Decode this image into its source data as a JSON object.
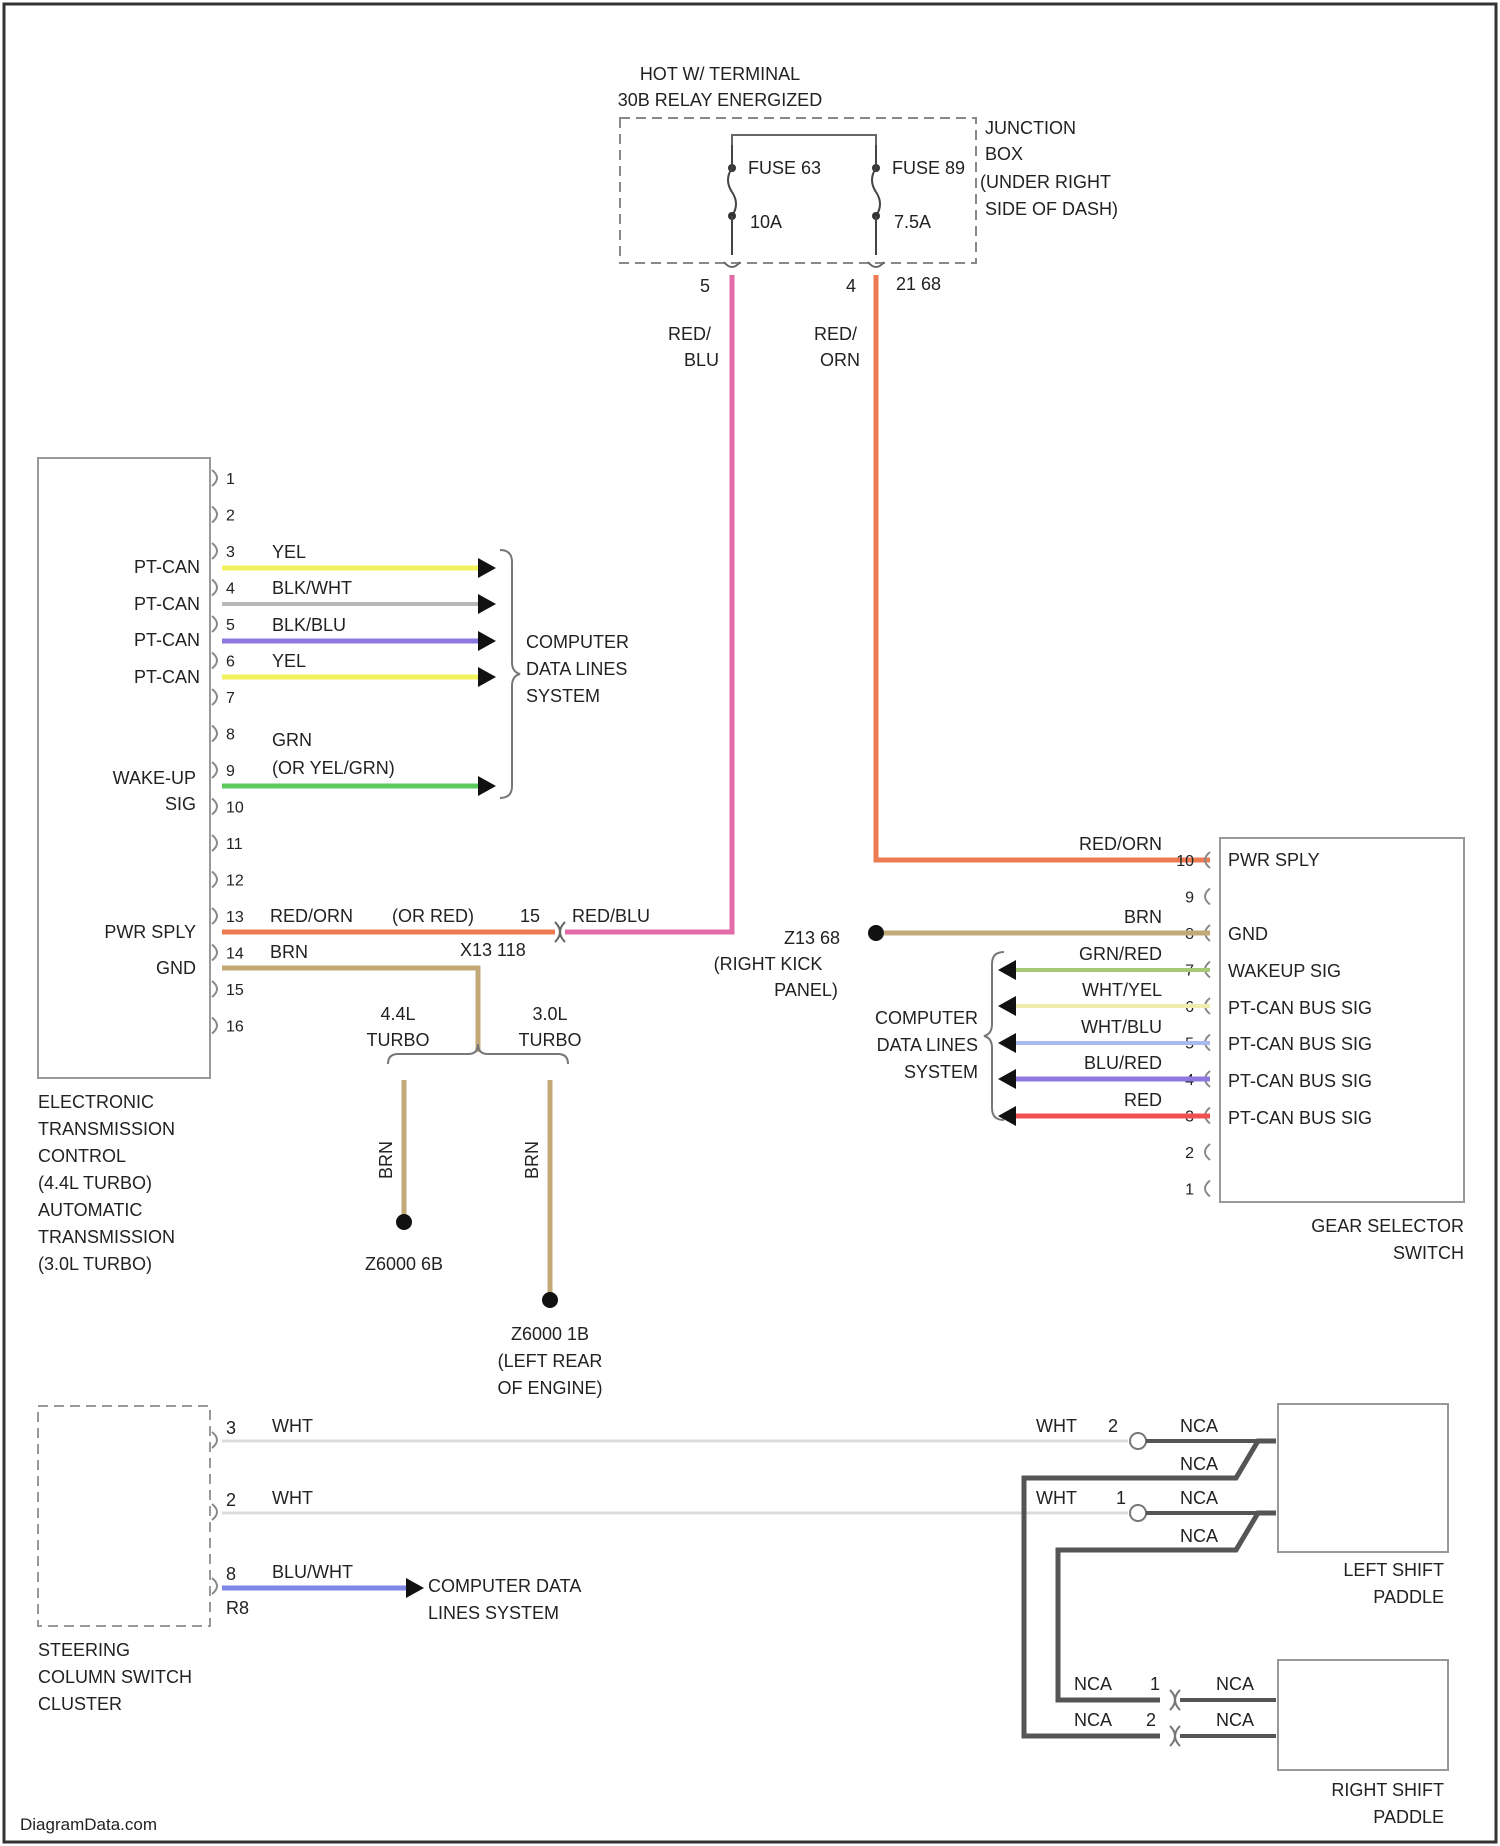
{
  "colors": {
    "pink": "#e36ba8",
    "orange": "#ec7b52",
    "yellow": "#f2f25c",
    "gray": "#b8b8b8",
    "purple": "#8c78e0",
    "green": "#5cc95c",
    "tan": "#c3a978",
    "red": "#f05050",
    "lightyellow": "#eeeeaa",
    "lightblue": "#aab8f0",
    "steelblue": "#7e86e6",
    "white_wire": "#dcdcdc",
    "dark": "#555555",
    "box": "#888888"
  },
  "fuse_box": {
    "top1": "HOT W/ TERMINAL",
    "top2": "30B RELAY ENERGIZED",
    "jb1": "JUNCTION",
    "jb2": "BOX",
    "jb3": "(UNDER RIGHT",
    "jb4": "SIDE OF DASH)",
    "fuse_a": "FUSE 63",
    "fuse_a_amp": "10A",
    "fuse_b": "FUSE 89",
    "fuse_b_amp": "7.5A",
    "pin_a": "5",
    "pin_b": "4",
    "pin_b_conn": "21 68",
    "wire_a1": "RED/",
    "wire_a2": "BLU",
    "wire_b1": "RED/",
    "wire_b2": "ORN"
  },
  "tcm": {
    "name": [
      "ELECTRONIC",
      "TRANSMISSION",
      "CONTROL",
      "(4.4L TURBO)",
      "AUTOMATIC",
      "TRANSMISSION",
      "(3.0L TURBO)"
    ],
    "pins": [
      "1",
      "2",
      "3",
      "4",
      "5",
      "6",
      "7",
      "8",
      "9",
      "10",
      "11",
      "12",
      "13",
      "14",
      "15",
      "16"
    ],
    "sig_labels": {
      "can3": "PT-CAN",
      "can4": "PT-CAN",
      "can5": "PT-CAN",
      "can6": "PT-CAN",
      "wake1": "WAKE-UP",
      "wake2": "SIG",
      "pwr": "PWR SPLY",
      "gnd": "GND"
    },
    "wires": {
      "w3": "YEL",
      "w4": "BLK/WHT",
      "w5": "BLK/BLU",
      "w6": "YEL",
      "w8": "GRN",
      "w9": "(OR YEL/GRN)",
      "w13": "RED/ORN",
      "w13b": "(OR RED)",
      "w14": "BRN"
    },
    "data_sys": [
      "COMPUTER",
      "DATA LINES",
      "SYSTEM"
    ],
    "splice_pin": "15",
    "splice_wire": "RED/BLU",
    "splice_conn": "X13 118",
    "variant_a1": "4.4L",
    "variant_a2": "TURBO",
    "variant_b1": "3.0L",
    "variant_b2": "TURBO",
    "gnd_wire_a": "BRN",
    "gnd_wire_b": "BRN",
    "ground_a": "Z6000 6B",
    "ground_b1": "Z6000 1B",
    "ground_b2": "(LEFT REAR",
    "ground_b3": "OF ENGINE)"
  },
  "gear_switch": {
    "name1": "GEAR SELECTOR",
    "name2": "SWITCH",
    "pins": [
      "10",
      "9",
      "8",
      "7",
      "6",
      "5",
      "4",
      "3",
      "2",
      "1"
    ],
    "pin_labels": {
      "p10": "PWR SPLY",
      "p8": "GND",
      "p7": "WAKEUP SIG",
      "p6": "PT-CAN BUS SIG",
      "p5": "PT-CAN BUS SIG",
      "p4": "PT-CAN BUS SIG",
      "p3": "PT-CAN BUS SIG"
    },
    "wires": {
      "w10": "RED/ORN",
      "w8": "BRN",
      "w7": "GRN/RED",
      "w6": "WHT/YEL",
      "w5": "WHT/BLU",
      "w4": "BLU/RED",
      "w3": "RED"
    },
    "ground1": "Z13 68",
    "ground2": "(RIGHT KICK",
    "ground3": "PANEL)",
    "data_sys": [
      "COMPUTER",
      "DATA LINES",
      "SYSTEM"
    ]
  },
  "steering": {
    "name": [
      "STEERING",
      "COLUMN SWITCH",
      "CLUSTER"
    ],
    "pin3": "3",
    "wire3": "WHT",
    "pin2": "2",
    "wire2": "WHT",
    "pin8": "8",
    "wire8": "BLU/WHT",
    "conn": "R8",
    "data1": "COMPUTER DATA",
    "data2": "LINES SYSTEM"
  },
  "paddles": {
    "left1": "LEFT SHIFT",
    "left2": "PADDLE",
    "right1": "RIGHT SHIFT",
    "right2": "PADDLE",
    "lp2_wire": "WHT",
    "lp2_pin": "2",
    "lp1_wire": "WHT",
    "lp1_pin": "1",
    "nca": "NCA",
    "rp1_pin": "1",
    "rp2_pin": "2"
  },
  "footer": "DiagramData.com"
}
